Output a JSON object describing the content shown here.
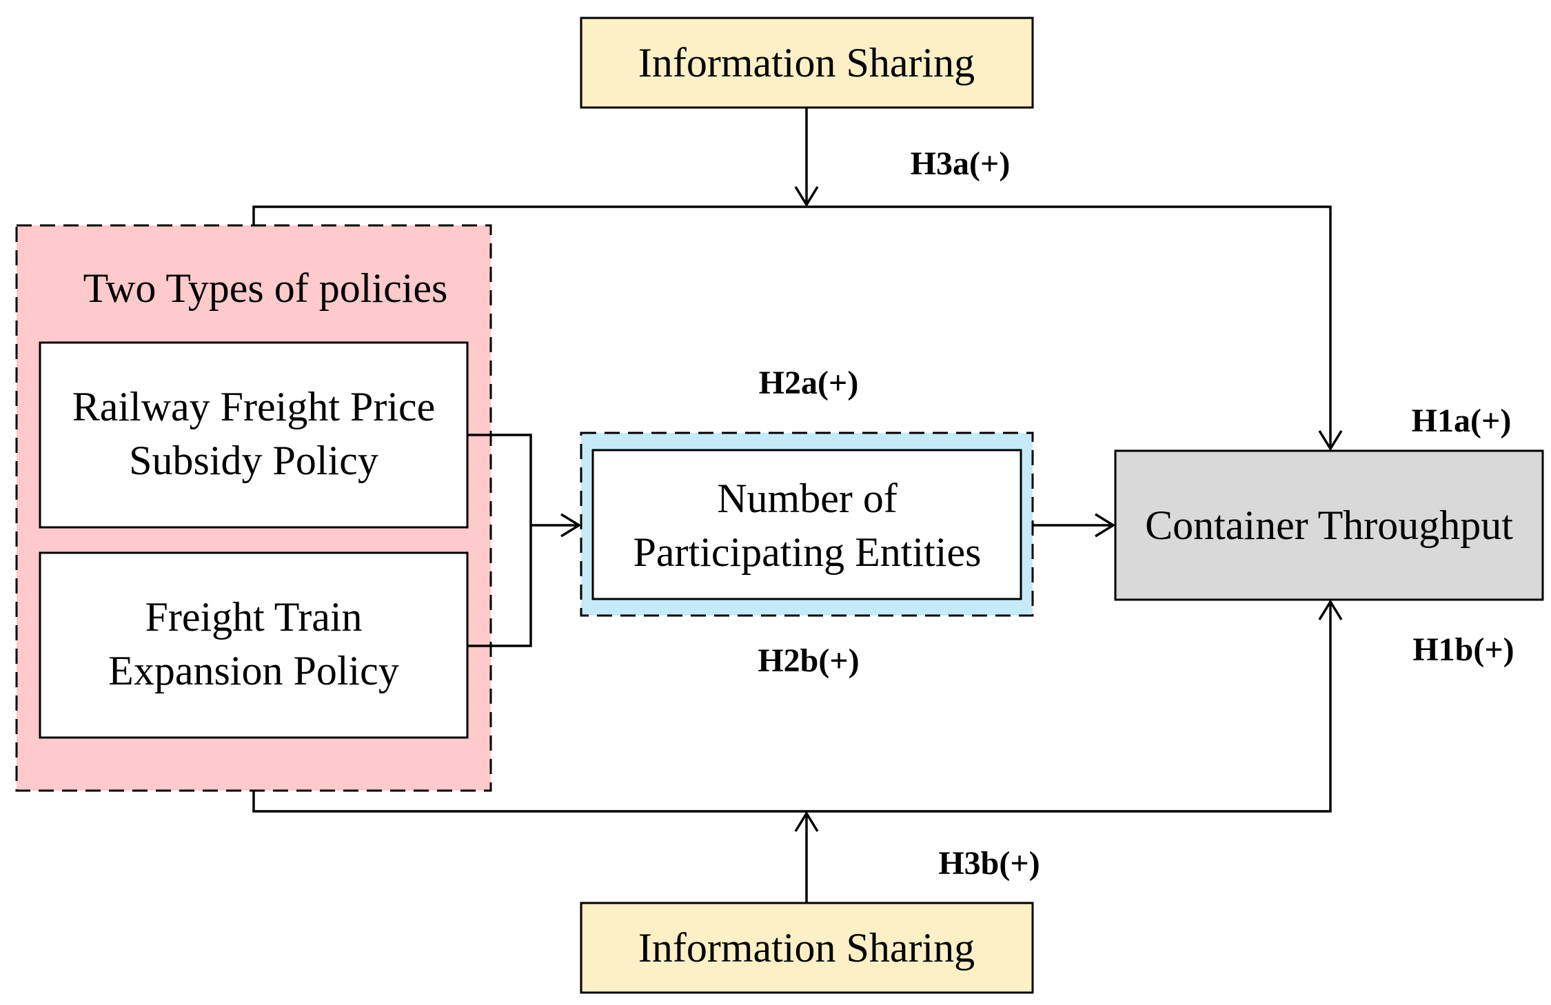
{
  "info_top": {
    "label": "Information Sharing"
  },
  "info_bottom": {
    "label": "Information Sharing"
  },
  "policies_group": {
    "title": "Two Types of policies"
  },
  "policy_1": {
    "line1": "Railway Freight Price",
    "line2": "Subsidy Policy"
  },
  "policy_2": {
    "line1": "Freight Train",
    "line2": "Expansion Policy"
  },
  "participants": {
    "line1": "Number of",
    "line2": "Participating Entities"
  },
  "throughput": {
    "label": "Container Throughput"
  },
  "hypotheses": {
    "h1a": "H1a(+)",
    "h1b": "H1b(+)",
    "h2a": "H2a(+)",
    "h2b": "H2b(+)",
    "h3a": "H3a(+)",
    "h3b": "H3b(+)"
  },
  "colors": {
    "info_fill": "#FDEFC6",
    "policy_group_fill": "#FECACB",
    "participants_halo": "#C6EAF8",
    "throughput_fill": "#D9D9D9",
    "line": "#000000"
  }
}
